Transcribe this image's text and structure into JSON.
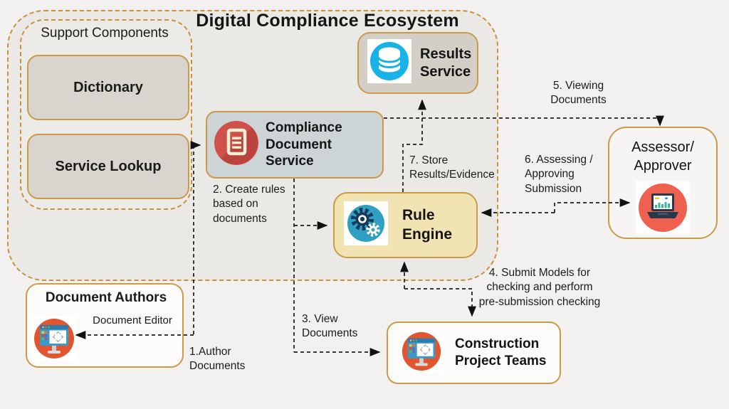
{
  "page_title": "Digital Compliance Ecosystem",
  "colors": {
    "boundary_dash": "#c8923c",
    "box_border": "#c99a4a",
    "ecosystem_fill": "#ebe9e6",
    "support_item_fill": "#d9d5ce",
    "results_fill": "#d4cfc6",
    "cds_fill": "#ccd4d5",
    "rule_engine_fill": "#f2e3b2",
    "db_icon_cyan": "#17b3e8",
    "doc_icon_red": "#d0504a",
    "gear_icon_teal": "#2f9fc2",
    "gear_navy": "#16395c",
    "laptop_circle_red": "#f0604e",
    "monitor_circle_red": "#e2552e",
    "connector_black": "#1b1b1b"
  },
  "support_components": {
    "title": "Support Components",
    "items": [
      "Dictionary",
      "Service Lookup"
    ]
  },
  "nodes": {
    "results_service": {
      "line1": "Results",
      "line2": "Service",
      "icon": "database-icon"
    },
    "compliance_document_service": {
      "line1": "Compliance",
      "line2": "Document Service",
      "icon": "document-icon"
    },
    "rule_engine": {
      "line1": "Rule",
      "line2": "Engine",
      "icon": "gears-icon"
    },
    "assessor_approver": {
      "line1": "Assessor/",
      "line2": "Approver",
      "icon": "laptop-chart-icon"
    },
    "document_authors": {
      "title": "Document Authors",
      "subtitle": "Document Editor",
      "icon": "monitor-editor-icon"
    },
    "construction_project_teams": {
      "line1": "Construction",
      "line2": "Project Teams",
      "icon": "monitor-editor-icon"
    }
  },
  "flows": [
    {
      "num": "1",
      "label": "1.Author\nDocuments",
      "from": "document-authors",
      "to": "compliance-document-service",
      "bidirectional": true
    },
    {
      "num": "2",
      "label": "2. Create rules\nbased on\ndocuments",
      "from": "compliance-document-service",
      "to": "rule-engine",
      "bidirectional": false
    },
    {
      "num": "3",
      "label": "3. View\nDocuments",
      "from": "compliance-document-service",
      "to": "construction-project-teams",
      "bidirectional": false
    },
    {
      "num": "4",
      "label": "4. Submit Models for\nchecking and perform\npre-submission checking",
      "from": "construction-project-teams",
      "to": "rule-engine",
      "bidirectional": true
    },
    {
      "num": "5",
      "label": "5. Viewing\nDocuments",
      "from": "compliance-document-service",
      "to": "assessor-approver",
      "bidirectional": false
    },
    {
      "num": "6",
      "label": "6. Assessing /\nApproving\nSubmission",
      "from": "assessor-approver",
      "to": "rule-engine",
      "bidirectional": true
    },
    {
      "num": "7",
      "label": "7. Store\nResults/Evidence",
      "from": "rule-engine",
      "to": "results-service",
      "bidirectional": false
    }
  ]
}
